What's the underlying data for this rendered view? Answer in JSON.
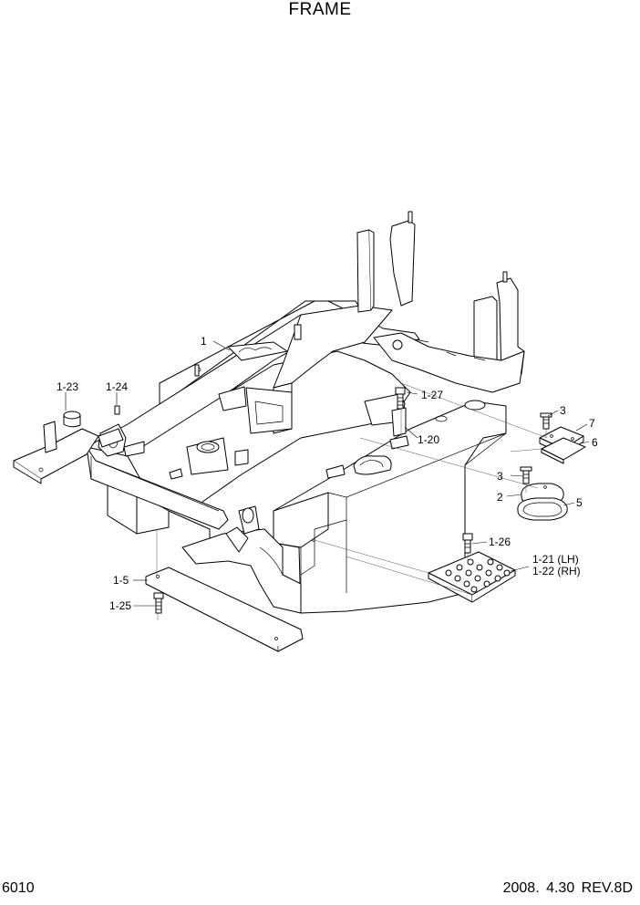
{
  "title": "FRAME",
  "footer": {
    "page_number": "6010",
    "date_revision": "2008. 4.30  REV.8D"
  },
  "callouts": {
    "c1": "1",
    "c1_23": "1-23",
    "c1_24": "1-24",
    "c1_27": "1-27",
    "c1_20": "1-20",
    "c3a": "3",
    "c7": "7",
    "c6": "6",
    "c3b": "3",
    "c2": "2",
    "c5": "5",
    "c1_26": "1-26",
    "c1_21": "1-21 (LH)",
    "c1_22": "1-22 (RH)",
    "c1_5": "1-5",
    "c1_25": "1-25"
  }
}
